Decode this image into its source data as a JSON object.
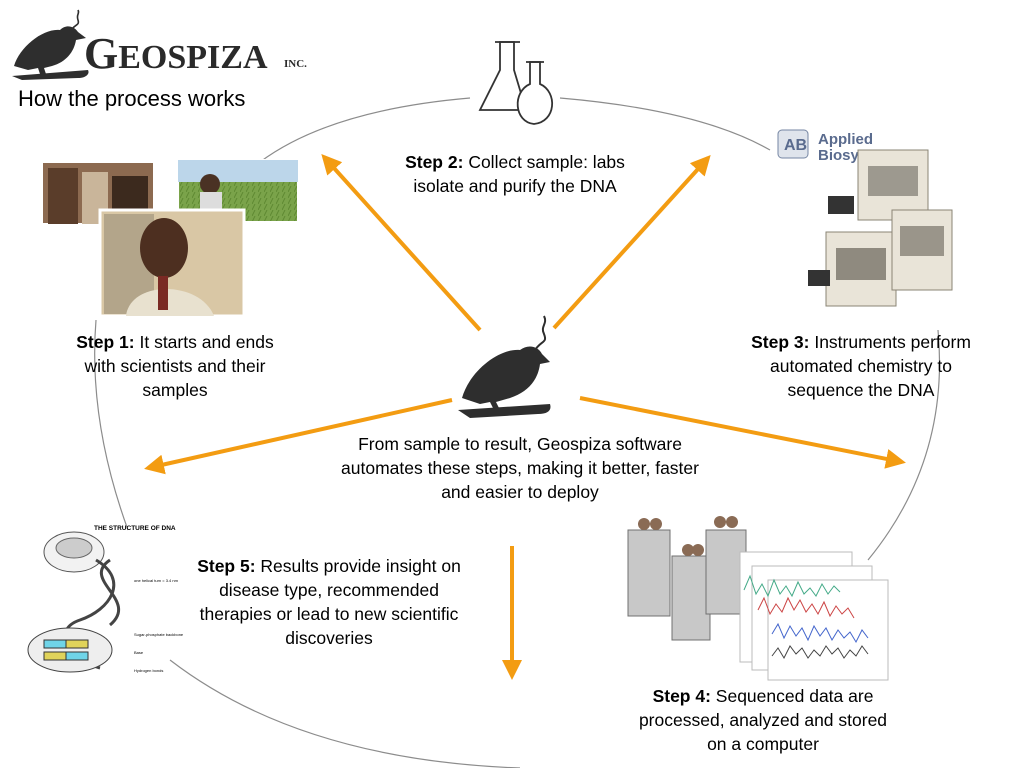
{
  "logo": {
    "brand_first": "G",
    "brand_rest": "EOSPIZA",
    "suffix": "INC."
  },
  "subtitle": "How the process works",
  "steps": [
    {
      "label": "Step 1:",
      "text": "It starts and ends with scientists and their samples"
    },
    {
      "label": "Step 2:",
      "text": "Collect sample: labs isolate and purify the DNA"
    },
    {
      "label": "Step 3:",
      "text": "Instruments perform automated chemistry to sequence the DNA"
    },
    {
      "label": "Step 4:",
      "text": "Sequenced data are processed, analyzed and stored on a computer"
    },
    {
      "label": "Step 5:",
      "text": "Results provide insight on disease type, recommended therapies or lead to new scientific discoveries"
    }
  ],
  "center_text": "From sample to result, Geospiza software automates these steps, making it better, faster and easier to deploy",
  "applied_biosystems": {
    "line1": "Applied",
    "line2": "Biosystems"
  },
  "dna_figure": {
    "title": "THE STRUCTURE OF DNA",
    "labels": [
      "one helical turn = 3.4 nm",
      "Sugar-phosphate backbone",
      "Base",
      "Hydrogen bonds"
    ]
  },
  "colors": {
    "arrow": "#f39c12",
    "ring": "#8c8c8c",
    "bird": "#2e2e2e"
  },
  "icons": [
    "flask-icon",
    "bird-icon",
    "sequencer-icon",
    "computer-tower-icon",
    "dna-helix-icon",
    "scientist-photo"
  ]
}
